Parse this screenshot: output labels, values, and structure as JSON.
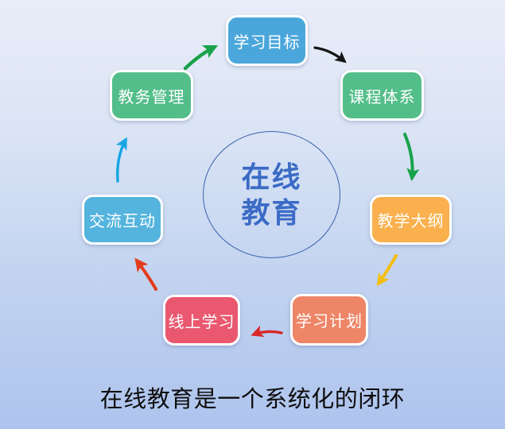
{
  "center": {
    "line1": "在线",
    "line2": "教育"
  },
  "caption": "在线教育是一个系统化的闭环",
  "nodes": {
    "goal": {
      "label": "学习目标",
      "color": "#4ba7db"
    },
    "admin": {
      "label": "教务管理",
      "color": "#53be8a"
    },
    "course": {
      "label": "课程体系",
      "color": "#53be8a"
    },
    "syllabus": {
      "label": "教学大纲",
      "color": "#f9b04d"
    },
    "interact": {
      "label": "交流互动",
      "color": "#54b4de"
    },
    "online": {
      "label": "线上学习",
      "color": "#e9586f"
    },
    "plan": {
      "label": "学习计划",
      "color": "#ee8567"
    }
  },
  "arrows": [
    {
      "from": "教务管理",
      "to": "学习目标",
      "color": "#18a24b"
    },
    {
      "from": "学习目标",
      "to": "课程体系",
      "color": "#161616"
    },
    {
      "from": "课程体系",
      "to": "教学大纲",
      "color": "#18a24b"
    },
    {
      "from": "教学大纲",
      "to": "学习计划",
      "color": "#f4bd11"
    },
    {
      "from": "学习计划",
      "to": "线上学习",
      "color": "#d92727"
    },
    {
      "from": "线上学习",
      "to": "交流互动",
      "color": "#e33c1c"
    },
    {
      "from": "交流互动",
      "to": "教务管理",
      "color": "#17a5e3"
    }
  ],
  "colors": {
    "circle_border": "#3a62ae",
    "center_text": "#3b6bc5",
    "caption_text": "#0d0d0d",
    "background_top": "#e9edf8",
    "background_bottom": "#aec4ee"
  }
}
